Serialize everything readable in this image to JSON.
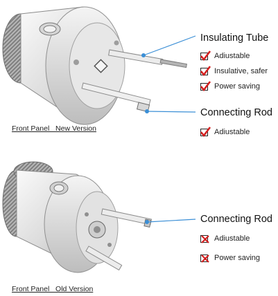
{
  "new_version": {
    "caption": "Front Panel   New Version",
    "callouts": [
      {
        "title": "Insulating Tube",
        "features": [
          {
            "label": "Adiustable",
            "status": "check"
          },
          {
            "label": "Insulative, safer",
            "status": "check"
          },
          {
            "label": "Power saving",
            "status": "check"
          }
        ]
      },
      {
        "title": "Connecting Rod",
        "features": [
          {
            "label": "Adiustable",
            "status": "check"
          }
        ]
      }
    ]
  },
  "old_version": {
    "caption": "Front Panel   Old Version",
    "callouts": [
      {
        "title": "Connecting Rod",
        "features": [
          {
            "label": "Adiustable",
            "status": "cross"
          },
          {
            "label": "Power saving",
            "status": "cross"
          }
        ]
      }
    ]
  },
  "colors": {
    "accent_blue": "#3b8fd6",
    "mark_red": "#d41f1f",
    "metal_light": "#e9e9e9",
    "metal_dark": "#9a9a9a"
  }
}
